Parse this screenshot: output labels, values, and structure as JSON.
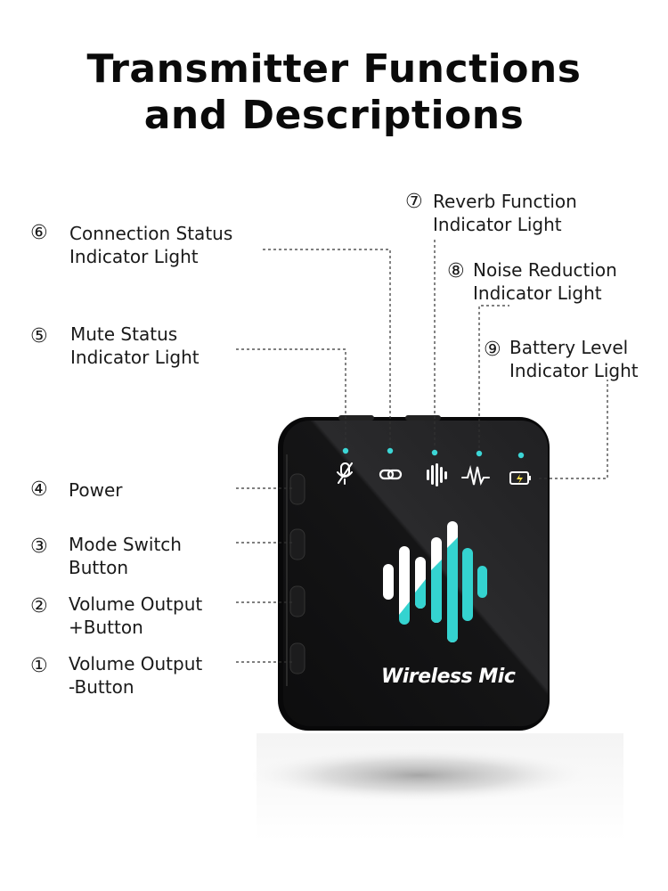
{
  "title": {
    "line1": "Transmitter Functions",
    "line2": "and Descriptions"
  },
  "callouts": [
    {
      "number": "⑥",
      "line1": "Connection Status",
      "line2": "Indicator Light"
    },
    {
      "number": "⑤",
      "line1": "Mute Status",
      "line2": "Indicator Light"
    },
    {
      "number": "④",
      "line1": "Power",
      "line2": ""
    },
    {
      "number": "③",
      "line1": "Mode Switch",
      "line2": "Button"
    },
    {
      "number": "②",
      "line1": "Volume Output",
      "line2": "+Button"
    },
    {
      "number": "①",
      "line1": "Volume Output",
      "line2": "-Button"
    },
    {
      "number": "⑦",
      "line1": "Reverb Function",
      "line2": "Indicator Light"
    },
    {
      "number": "⑧",
      "line1": "Noise Reduction",
      "line2": "Indicator Light"
    },
    {
      "number": "⑨",
      "line1": "Battery Level",
      "line2": "Indicator Light"
    }
  ],
  "device": {
    "label": "Wireless Mic",
    "indicator_color": "#3cd6d6",
    "wave_accent": "#34d3d0",
    "icons": [
      "mic-muted-icon",
      "link-icon",
      "reverb-bars-icon",
      "noise-wave-icon",
      "battery-icon"
    ]
  },
  "colors": {
    "body": "#0c0c0d",
    "leader_lines": "#333333"
  }
}
